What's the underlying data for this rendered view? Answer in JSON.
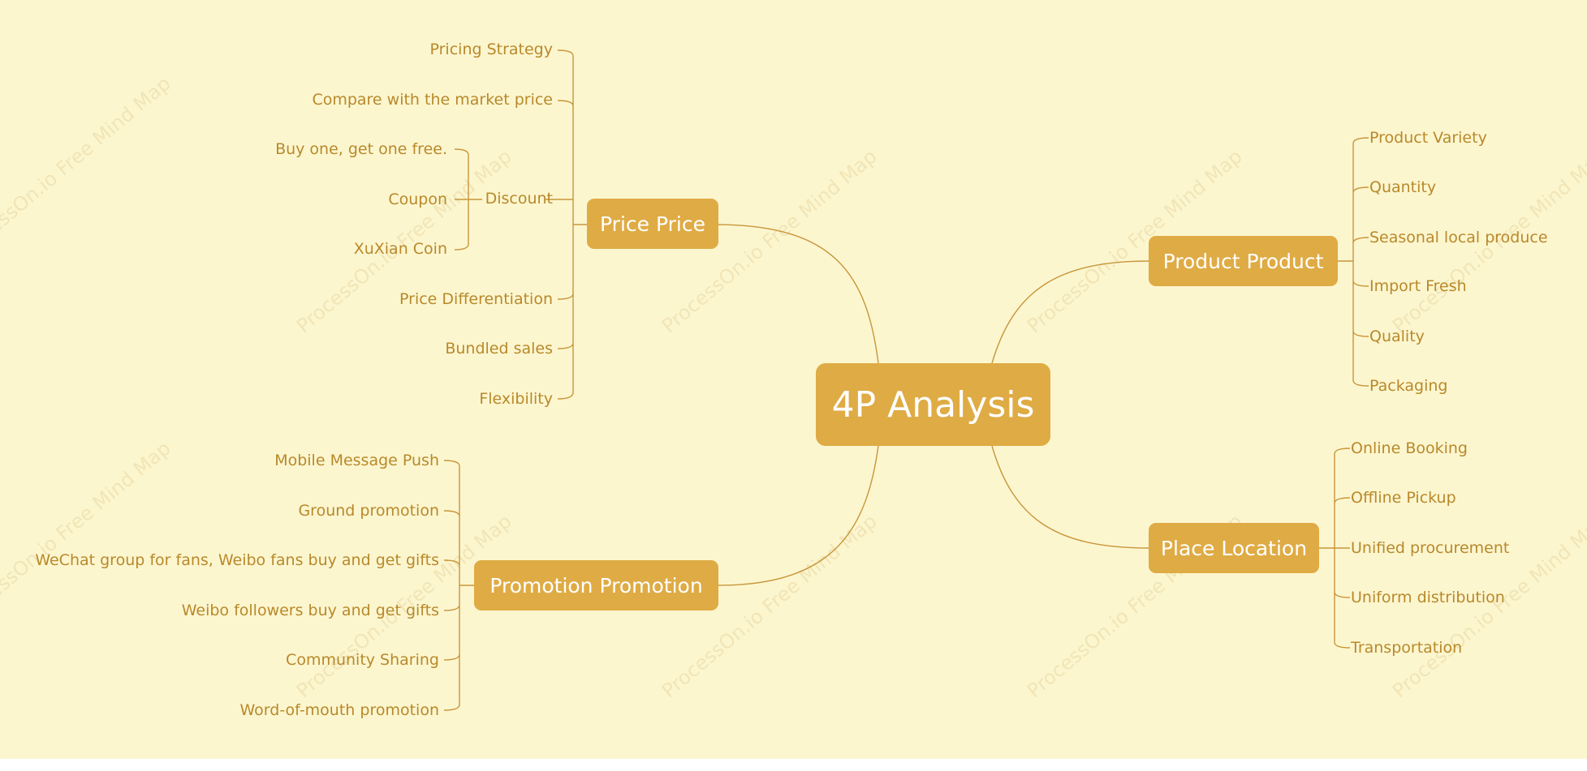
{
  "root": {
    "label": "4P Analysis"
  },
  "branches": {
    "price": {
      "label": "Price Price",
      "items": [
        "Pricing Strategy",
        "Compare with the market price",
        "Discount",
        "Price Differentiation",
        "Bundled sales",
        "Flexibility"
      ],
      "discount_items": [
        "Buy one, get one free.",
        "Coupon",
        "XuXian Coin"
      ]
    },
    "product": {
      "label": "Product Product",
      "items": [
        "Product Variety",
        "Quantity",
        "Seasonal local produce",
        "Import Fresh",
        "Quality",
        "Packaging"
      ]
    },
    "place": {
      "label": "Place Location",
      "items": [
        "Online Booking",
        "Offline Pickup",
        "Unified procurement",
        "Uniform distribution",
        "Transportation"
      ]
    },
    "promotion": {
      "label": "Promotion Promotion",
      "items": [
        "Mobile Message Push",
        "Ground promotion",
        "WeChat group for fans, Weibo fans buy and get gifts",
        "Weibo followers buy and get gifts",
        "Community Sharing",
        "Word-of-mouth promotion"
      ]
    }
  },
  "watermark": "ProcessOn.io Free Mind Map",
  "colors": {
    "background": "#fcf6cf",
    "node": "#dfab44",
    "text": "#b8892b",
    "line": "#c8963a"
  }
}
